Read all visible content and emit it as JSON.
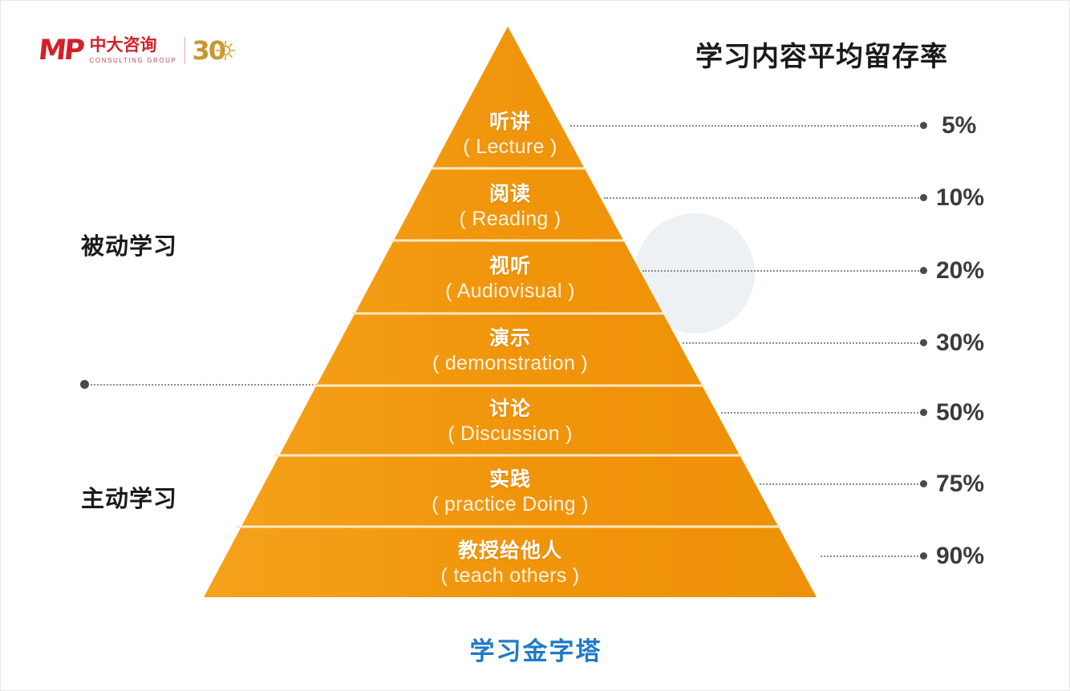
{
  "logo": {
    "mark": "MP",
    "name_cn": "中大咨询",
    "name_en": "CONSULTING GROUP",
    "anniversary": "30"
  },
  "headings": {
    "retention_title": "学习内容平均留存率",
    "passive_label": "被动学习",
    "active_label": "主动学习",
    "caption": "学习金字塔"
  },
  "colors": {
    "pyramid_orange": "#F0940A",
    "pyramid_orange_light": "#F5A21C",
    "divider_cream": "#FBE9C8",
    "caption_blue": "#1F7AC4",
    "logo_red": "#D4202A",
    "percent_text": "#3B3B3B"
  },
  "chart_data": {
    "type": "pyramid",
    "title": "学习金字塔",
    "subtitle": "学习内容平均留存率",
    "value_unit": "%",
    "groups": [
      {
        "name": "被动学习",
        "tiers": [
          0,
          1,
          2,
          3
        ]
      },
      {
        "name": "主动学习",
        "tiers": [
          4,
          5,
          6
        ]
      }
    ],
    "categories": [
      "听讲 ( Lecture )",
      "阅读 ( Reading )",
      "视听 ( Audiovisual )",
      "演示 ( demonstration )",
      "讨论 ( Discussion )",
      "实践 ( practice Doing )",
      "教授给他人 ( teach others )"
    ],
    "values": [
      5,
      10,
      20,
      30,
      50,
      75,
      90
    ],
    "tiers": [
      {
        "cn": "听讲",
        "en": "( Lecture )",
        "pct": "5%",
        "value": 5
      },
      {
        "cn": "阅读",
        "en": "( Reading )",
        "pct": "10%",
        "value": 10
      },
      {
        "cn": "视听",
        "en": "( Audiovisual )",
        "pct": "20%",
        "value": 20
      },
      {
        "cn": "演示",
        "en": "( demonstration )",
        "pct": "30%",
        "value": 30
      },
      {
        "cn": "讨论",
        "en": "( Discussion )",
        "pct": "50%",
        "value": 50
      },
      {
        "cn": "实践",
        "en": "( practice Doing )",
        "pct": "75%",
        "value": 75
      },
      {
        "cn": "教授给他人",
        "en": "( teach others )",
        "pct": "90%",
        "value": 90
      }
    ]
  }
}
